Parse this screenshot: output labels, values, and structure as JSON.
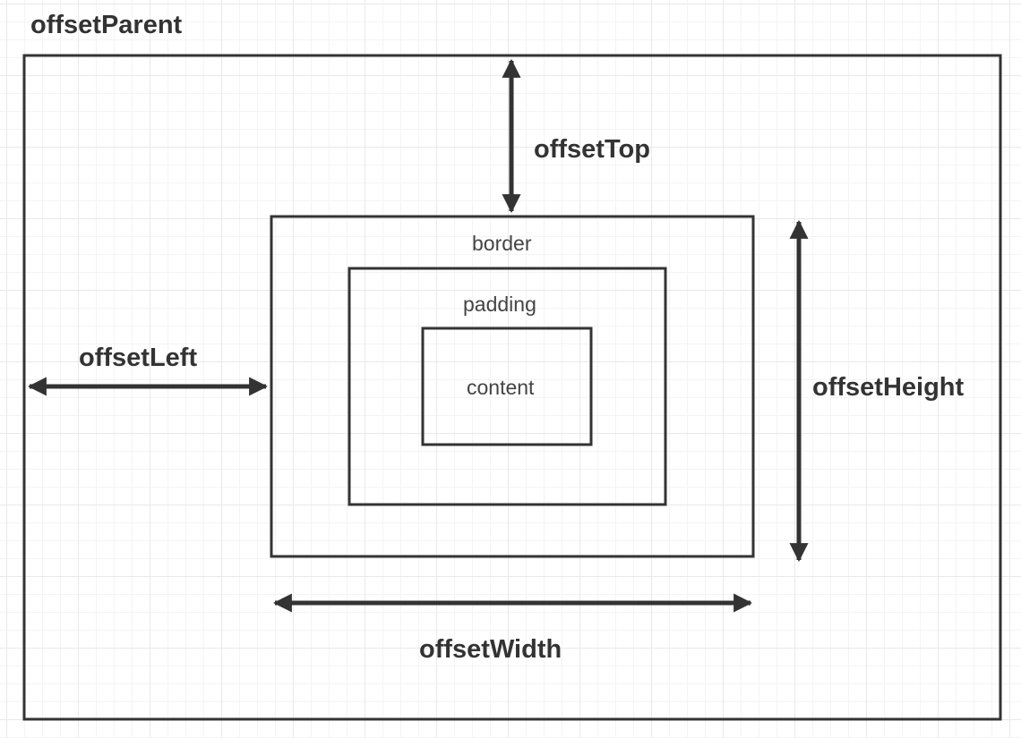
{
  "diagram": {
    "labels": {
      "offset_parent": "offsetParent",
      "offset_top": "offsetTop",
      "offset_left": "offsetLeft",
      "offset_height": "offsetHeight",
      "offset_width": "offsetWidth",
      "border": "border",
      "padding": "padding",
      "content": "content"
    },
    "colors": {
      "stroke": "#333333",
      "text": "#333333",
      "grid": "#e9e9e9",
      "background": "#ffffff"
    }
  }
}
